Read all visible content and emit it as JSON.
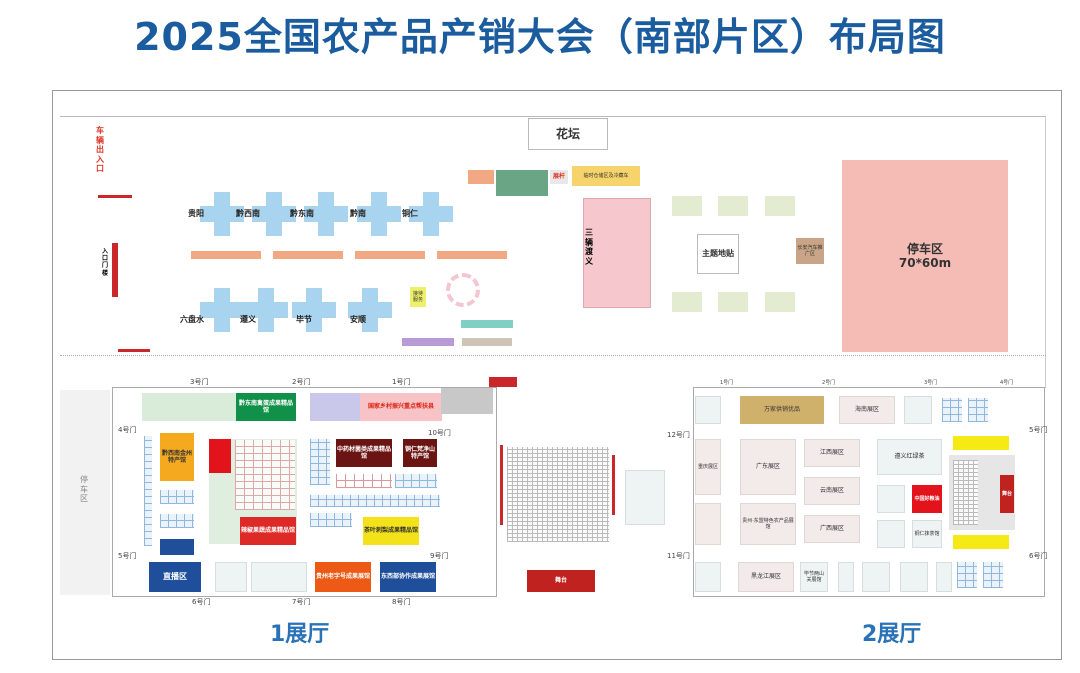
{
  "title": "2025全国农产品产销大会（南部片区）布局图",
  "outdoor": {
    "flower_bed": "花坛",
    "parking": "停车区",
    "parking_size": "70*60m",
    "vehicle_entry": "车辆出入口",
    "entrance_gate": "入口门楼",
    "sanliang": "三辆渡义",
    "theme_floor": "主题地贴",
    "changan": "长安汽车推广区",
    "storage": "临时仓储区及冷藏车",
    "exhibit_pole": "展杆",
    "reception": "接待服务",
    "regions_top": [
      "贵阳",
      "黔西南",
      "黔东南",
      "黔南",
      "铜仁"
    ],
    "regions_bottom": [
      "六盘水",
      "遵义",
      "毕节",
      "安顺"
    ]
  },
  "hall1": {
    "label": "1展厅",
    "parking_side": "停车区",
    "doors": [
      "3号门",
      "2号门",
      "1号门",
      "4号门",
      "10号门",
      "5号门",
      "9号门",
      "6号门",
      "7号门",
      "8号门"
    ],
    "blocks": {
      "qdn": "黔东南禽蛋成果精品馆",
      "rural": "国家乡村振兴重点帮扶县",
      "qxn": "黔西南金州特产馆",
      "herb": "中药材菌类成果精品馆",
      "tongren": "铜仁梵净山特产馆",
      "pepper": "辣椒果蔬成果精品馆",
      "tea": "茶叶刺梨成果精品馆",
      "live": "直播区",
      "oldbrand": "贵州老字号成果展馆",
      "eastwest": "东西部协作成果展馆",
      "stage": "舞台"
    }
  },
  "hall2": {
    "label": "2展厅",
    "doors": [
      "12号门",
      "11号门",
      "5号门",
      "6号门",
      "1号门",
      "2号门",
      "3号门",
      "4号门"
    ],
    "blocks": {
      "wanjia": "万家供销优品",
      "hainan": "海南展区",
      "chongqing": "重庆展区",
      "guangdong": "广东展区",
      "jiangxi": "江西展区",
      "yunnan": "云南展区",
      "guangxi": "广西展区",
      "dongmeng": "贵州·东盟特色农产品展馆",
      "zunyi": "遵义红绿茶",
      "grain": "中国好粮油",
      "matcha": "铜仁抹茶馆",
      "heilongjiang": "黑龙江展区",
      "bijie": "毕节两山关展馆",
      "stage": "舞台"
    }
  },
  "colors": {
    "title": "#1a5c9e",
    "parking": "#f4bcb5",
    "green": "#109048",
    "red": "#e3131b",
    "darkred": "#6b1414",
    "yellow": "#f3e21a",
    "blue": "#1f4e9a",
    "orange": "#ec5a16"
  }
}
